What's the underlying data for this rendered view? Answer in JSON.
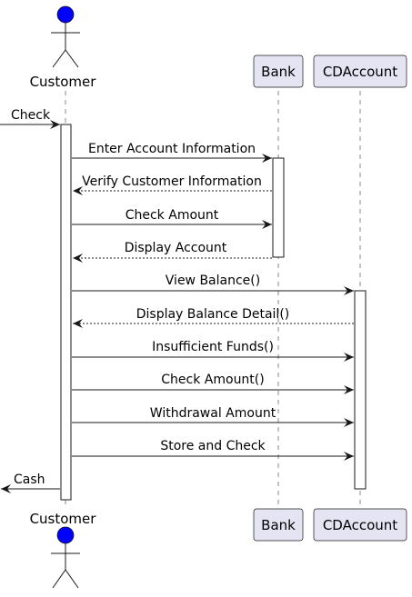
{
  "participants": {
    "customer": "Customer",
    "bank": "Bank",
    "cdaccount": "CDAccount"
  },
  "colors": {
    "actor_head": "#0000ff",
    "participant_fill": "#e4e4f3",
    "line": "#181818"
  },
  "messages": [
    {
      "text": "Check",
      "from": "left-edge",
      "to": "customer",
      "style": "solid"
    },
    {
      "text": "Enter Account Information",
      "from": "customer",
      "to": "bank",
      "style": "solid"
    },
    {
      "text": "Verify Customer Information",
      "from": "bank",
      "to": "customer",
      "style": "dashed"
    },
    {
      "text": "Check Amount",
      "from": "customer",
      "to": "bank",
      "style": "solid"
    },
    {
      "text": "Display Account",
      "from": "bank",
      "to": "customer",
      "style": "dashed"
    },
    {
      "text": "View Balance()",
      "from": "customer",
      "to": "cdaccount",
      "style": "solid"
    },
    {
      "text": "Display Balance Detail()",
      "from": "cdaccount",
      "to": "customer",
      "style": "dashed"
    },
    {
      "text": "Insufficient Funds()",
      "from": "customer",
      "to": "cdaccount",
      "style": "solid"
    },
    {
      "text": "Check Amount()",
      "from": "customer",
      "to": "cdaccount",
      "style": "solid"
    },
    {
      "text": "Withdrawal Amount",
      "from": "customer",
      "to": "cdaccount",
      "style": "solid"
    },
    {
      "text": "Store and Check",
      "from": "customer",
      "to": "cdaccount",
      "style": "solid"
    },
    {
      "text": "Cash",
      "from": "customer",
      "to": "left-edge",
      "style": "solid"
    }
  ]
}
